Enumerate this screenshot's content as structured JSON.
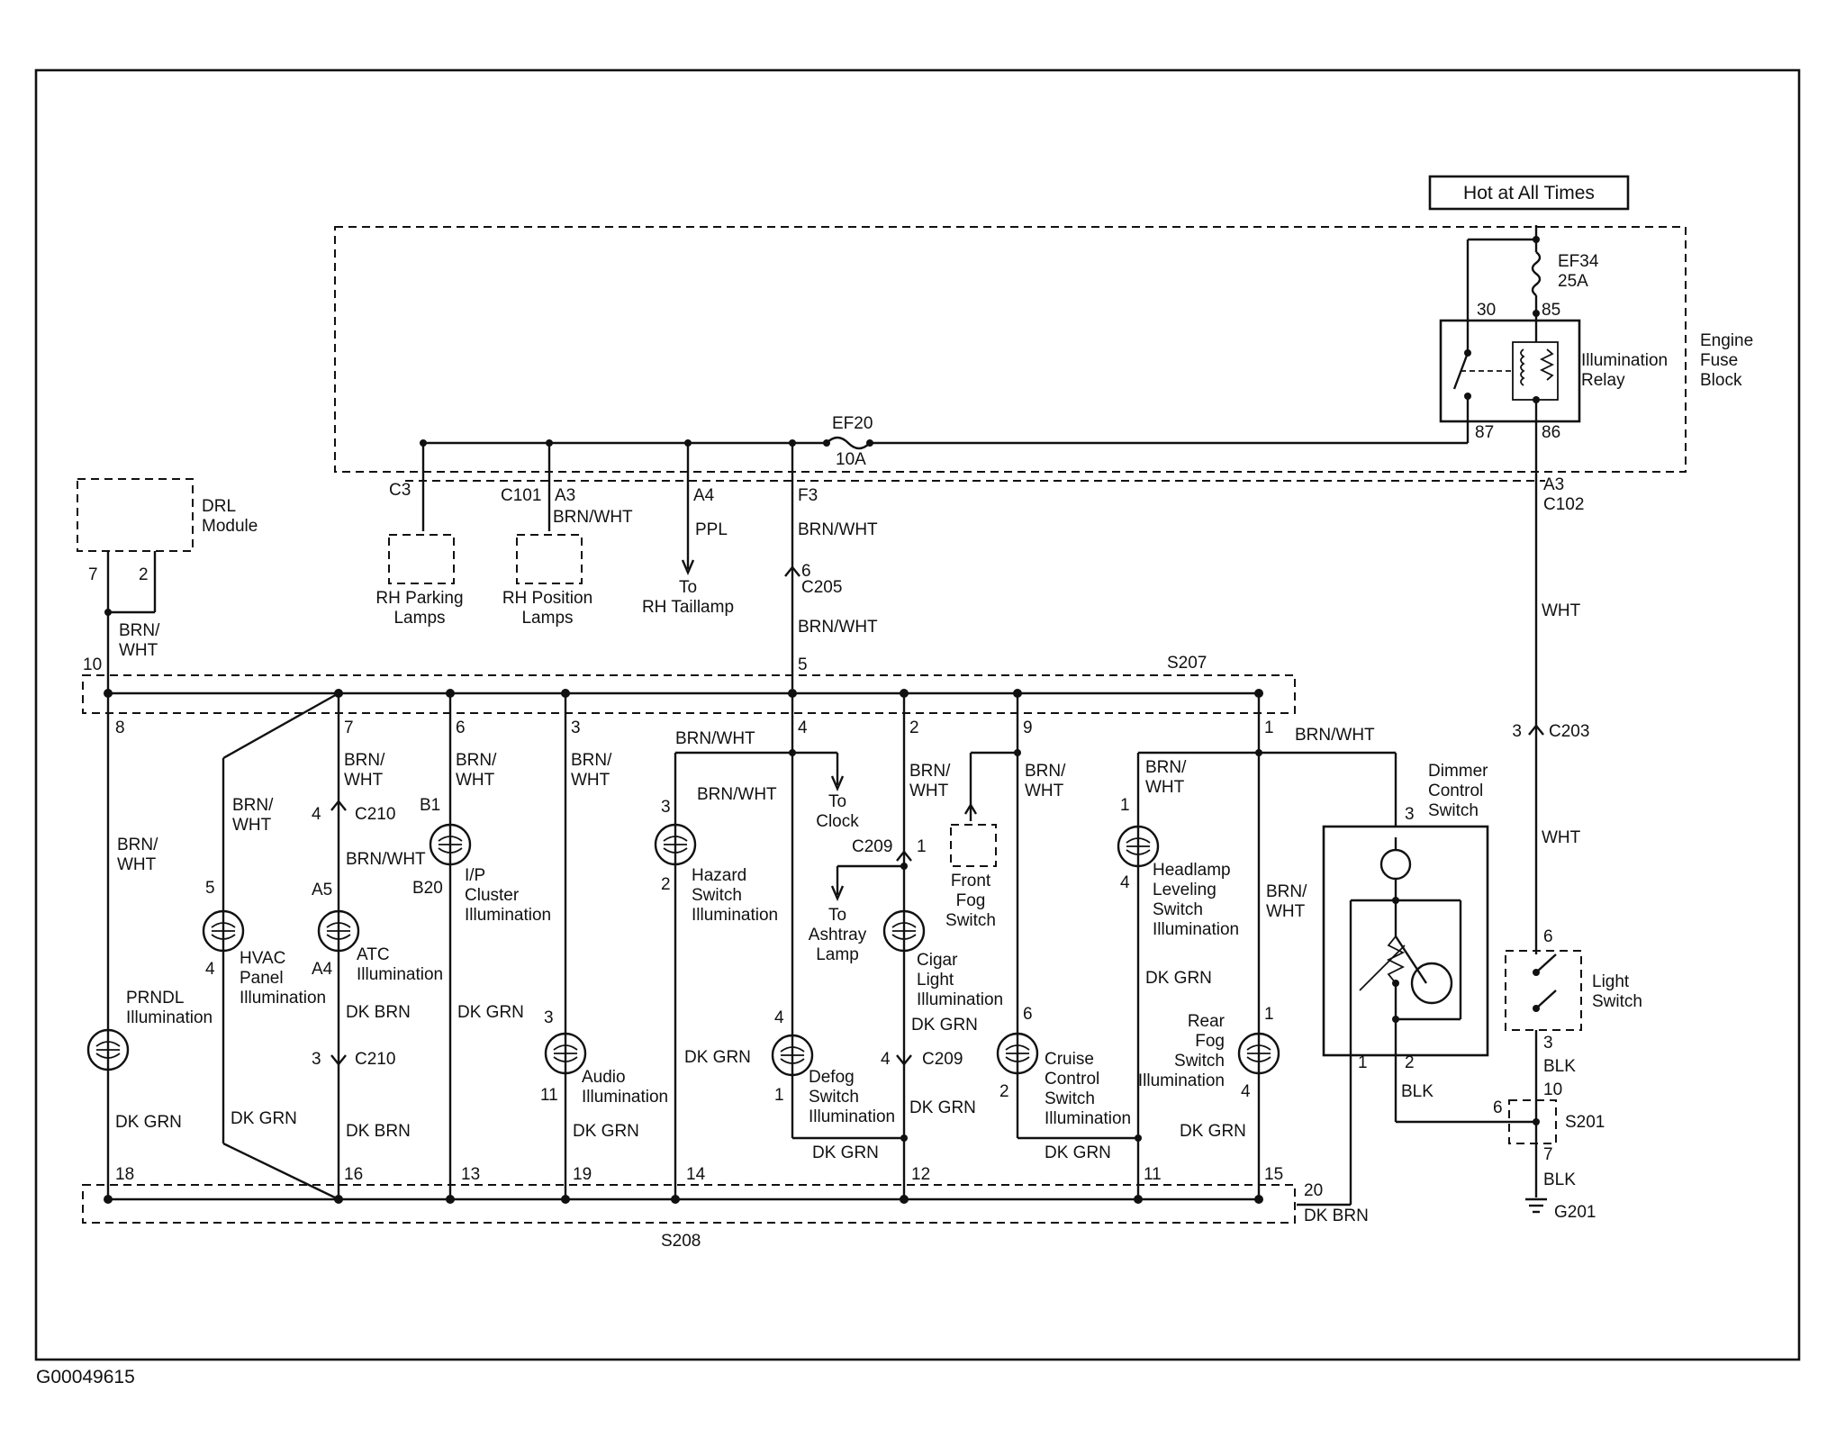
{
  "figure_id": "G00049615",
  "hot_at_all_times": "Hot at All Times",
  "engine_fuse_block": [
    "Engine",
    "Fuse",
    "Block"
  ],
  "fuses": {
    "ef34": [
      "EF34",
      "25A"
    ],
    "ef20": [
      "EF20",
      "10A"
    ]
  },
  "relay": {
    "label": [
      "Illumination",
      "Relay"
    ],
    "pins": [
      "30",
      "85",
      "87",
      "86"
    ]
  },
  "drl_module": [
    "DRL",
    "Module"
  ],
  "drl_pins": [
    "7",
    "2"
  ],
  "connectors": {
    "c3": "C3",
    "c101": "C101",
    "a3": "A3",
    "a4": "A4",
    "f3": "F3",
    "a3_right": "A3",
    "c102": "C102",
    "c205": "C205",
    "c205_pin": "6",
    "c203": "C203",
    "c203_pin": "3"
  },
  "loads_top": {
    "rh_parking": [
      "RH Parking",
      "Lamps"
    ],
    "rh_position": [
      "RH Position",
      "Lamps"
    ],
    "rh_taillamp": [
      "To",
      "RH Taillamp"
    ]
  },
  "splices": {
    "s207": "S207",
    "s208": "S208",
    "s201": "S201",
    "g201": "G201"
  },
  "wire_colors": {
    "brn_wht": "BRN/WHT",
    "brn": "BRN/",
    "wht_part": "WHT",
    "wht": "WHT",
    "ppl": "PPL",
    "dk_grn": "DK GRN",
    "dk_brn": "DK BRN",
    "blk": "BLK"
  },
  "s207_pins": [
    "10",
    "8",
    "7",
    "6",
    "3",
    "4",
    "2",
    "9",
    "1",
    "5"
  ],
  "s208_pins": [
    "18",
    "16",
    "13",
    "19",
    "14",
    "12",
    "11",
    "15",
    "20"
  ],
  "components": {
    "prndl": [
      "PRNDL",
      "Illumination"
    ],
    "hvac": [
      "HVAC",
      "Panel",
      "Illumination"
    ],
    "atc": [
      "ATC",
      "Illumination"
    ],
    "ip_cluster": [
      "I/P",
      "Cluster",
      "Illumination"
    ],
    "audio": [
      "Audio",
      "Illumination"
    ],
    "hazard": [
      "Hazard",
      "Switch",
      "Illumination"
    ],
    "to_clock": [
      "To",
      "Clock"
    ],
    "to_ashtray": [
      "To",
      "Ashtray",
      "Lamp"
    ],
    "defog": [
      "Defog",
      "Switch",
      "Illumination"
    ],
    "cigar": [
      "Cigar",
      "Light",
      "Illumination"
    ],
    "front_fog": [
      "Front",
      "Fog",
      "Switch"
    ],
    "cruise": [
      "Cruise",
      "Control",
      "Switch",
      "Illumination"
    ],
    "headlamp_leveling": [
      "Headlamp",
      "Leveling",
      "Switch",
      "Illumination"
    ],
    "rear_fog": [
      "Rear",
      "Fog",
      "Switch",
      "Illumination"
    ],
    "dimmer": [
      "Dimmer",
      "Control",
      "Switch"
    ],
    "light_switch": [
      "Light",
      "Switch"
    ]
  },
  "component_pins": {
    "hvac": [
      "5",
      "4"
    ],
    "c210_top": [
      "4",
      "C210"
    ],
    "atc": [
      "A5",
      "A4"
    ],
    "c210_bottom": [
      "3",
      "C210"
    ],
    "ip": [
      "B1",
      "B20"
    ],
    "audio": [
      "3",
      "11"
    ],
    "hazard": [
      "3",
      "2"
    ],
    "c209_top": [
      "C209",
      "1"
    ],
    "defog": [
      "4",
      "1"
    ],
    "c209_bottom": [
      "4",
      "C209"
    ],
    "cruise": [
      "6",
      "2"
    ],
    "headlamp": [
      "1",
      "4"
    ],
    "rear_fog": [
      "1",
      "4"
    ],
    "dimmer": [
      "3",
      "1",
      "2"
    ],
    "light_switch": [
      "6",
      "3"
    ],
    "s201": [
      "10",
      "6",
      "7"
    ]
  }
}
